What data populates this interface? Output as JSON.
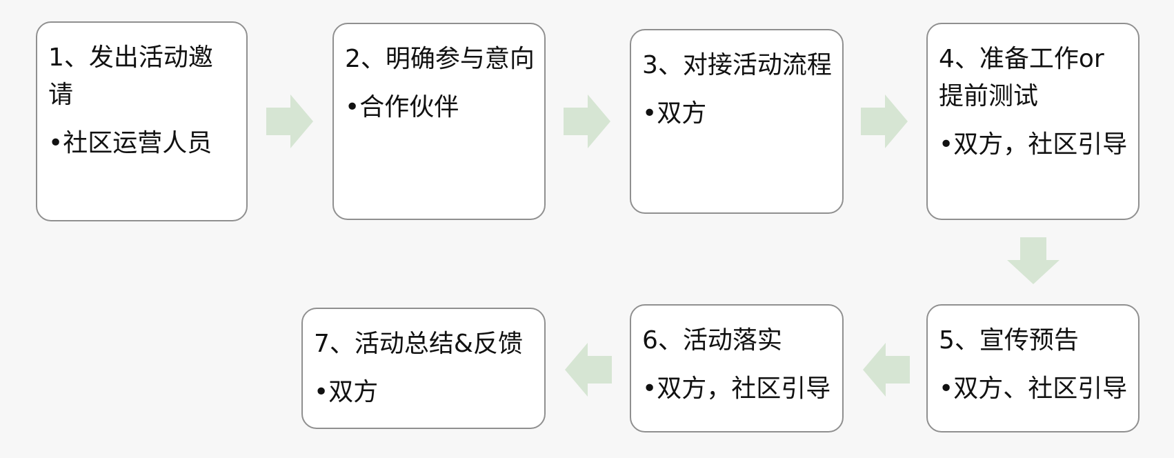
{
  "steps": [
    {
      "title": "1、发出活动邀请",
      "bullet": "•社区运营人员"
    },
    {
      "title": "2、明确参与意向",
      "bullet": "•合作伙伴"
    },
    {
      "title": "3、对接活动流程",
      "bullet": "•双方"
    },
    {
      "title": "4、准备工作or提前测试",
      "bullet": "•双方，社区引导"
    },
    {
      "title": "5、宣传预告",
      "bullet": "•双方、社区引导"
    },
    {
      "title": "6、活动落实",
      "bullet": "•双方，社区引导"
    },
    {
      "title": "7、活动总结&反馈",
      "bullet": "•双方"
    }
  ],
  "colors": {
    "arrow": "#d6e5d3",
    "box_border": "#8f8f8f",
    "box_fill": "#ffffff",
    "background": "#f7f7f7"
  }
}
